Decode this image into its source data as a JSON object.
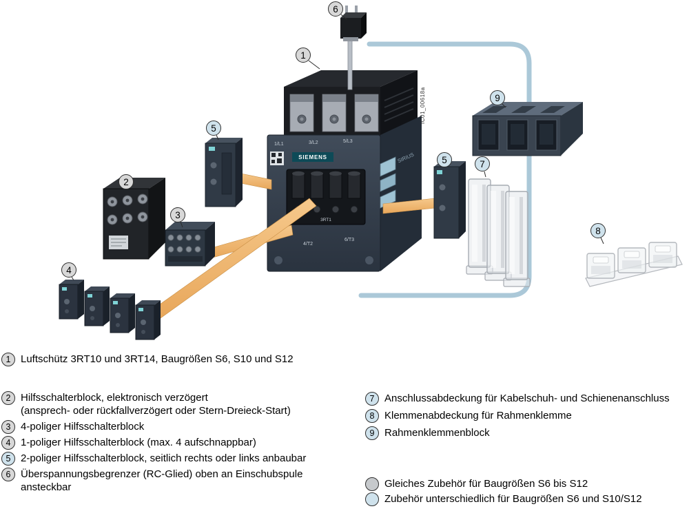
{
  "colors": {
    "badge_gray": "#d8d8d8",
    "badge_blue": "#cfe2ec",
    "ribbon_orange": "#f1b46f",
    "tube_blue": "#abc8d8"
  },
  "diagram": {
    "watermark": "IC01_00618a",
    "contactor": {
      "brand": "SIEMENS",
      "series": "SIRIUS",
      "coil_label": "3RT1",
      "terminals_top": [
        "1/L1",
        "3/L2",
        "5/L3"
      ],
      "terminals_bottom": [
        "4/T2",
        "6/T3"
      ]
    },
    "callouts": [
      {
        "num": "6",
        "style": "gray"
      },
      {
        "num": "1",
        "style": "gray"
      },
      {
        "num": "5",
        "style": "blue"
      },
      {
        "num": "2",
        "style": "gray"
      },
      {
        "num": "3",
        "style": "gray"
      },
      {
        "num": "4",
        "style": "gray"
      },
      {
        "num": "9",
        "style": "blue"
      },
      {
        "num": "5",
        "style": "blue"
      },
      {
        "num": "7",
        "style": "blue"
      },
      {
        "num": "8",
        "style": "blue"
      }
    ]
  },
  "legend": {
    "items_left": [
      {
        "num": "1",
        "lines": [
          "Luftschütz 3RT10 und 3RT14, Baugrößen S6, S10 und S12"
        ]
      },
      {
        "num": "2",
        "lines": [
          "Hilfsschalterblock, elektronisch verzögert",
          "(ansprech- oder rückfallverzögert oder Stern-Dreieck-Start)"
        ]
      },
      {
        "num": "3",
        "lines": [
          "4-poliger Hilfsschalterblock"
        ]
      },
      {
        "num": "4",
        "lines": [
          "1-poliger Hilfsschalterblock (max. 4 aufschnappbar)"
        ]
      },
      {
        "num": "5",
        "lines": [
          "2-poliger Hilfsschalterblock, seitlich rechts oder links anbaubar"
        ]
      },
      {
        "num": "6",
        "lines": [
          "Überspannungsbegrenzer (RC-Glied) oben an Einschubspule",
          "ansteckbar"
        ]
      }
    ],
    "items_right": [
      {
        "num": "7",
        "text": "Anschlussabdeckung für Kabelschuh- und Schienenanschluss"
      },
      {
        "num": "8",
        "text": "Klemmenabdeckung für Rahmenklemme"
      },
      {
        "num": "9",
        "text": "Rahmenklemmenblock"
      }
    ],
    "key": [
      {
        "text": "Gleiches Zubehör für Baugrößen S6 bis S12"
      },
      {
        "text": "Zubehör unterschiedlich für Baugrößen S6 und S10/S12"
      }
    ]
  }
}
